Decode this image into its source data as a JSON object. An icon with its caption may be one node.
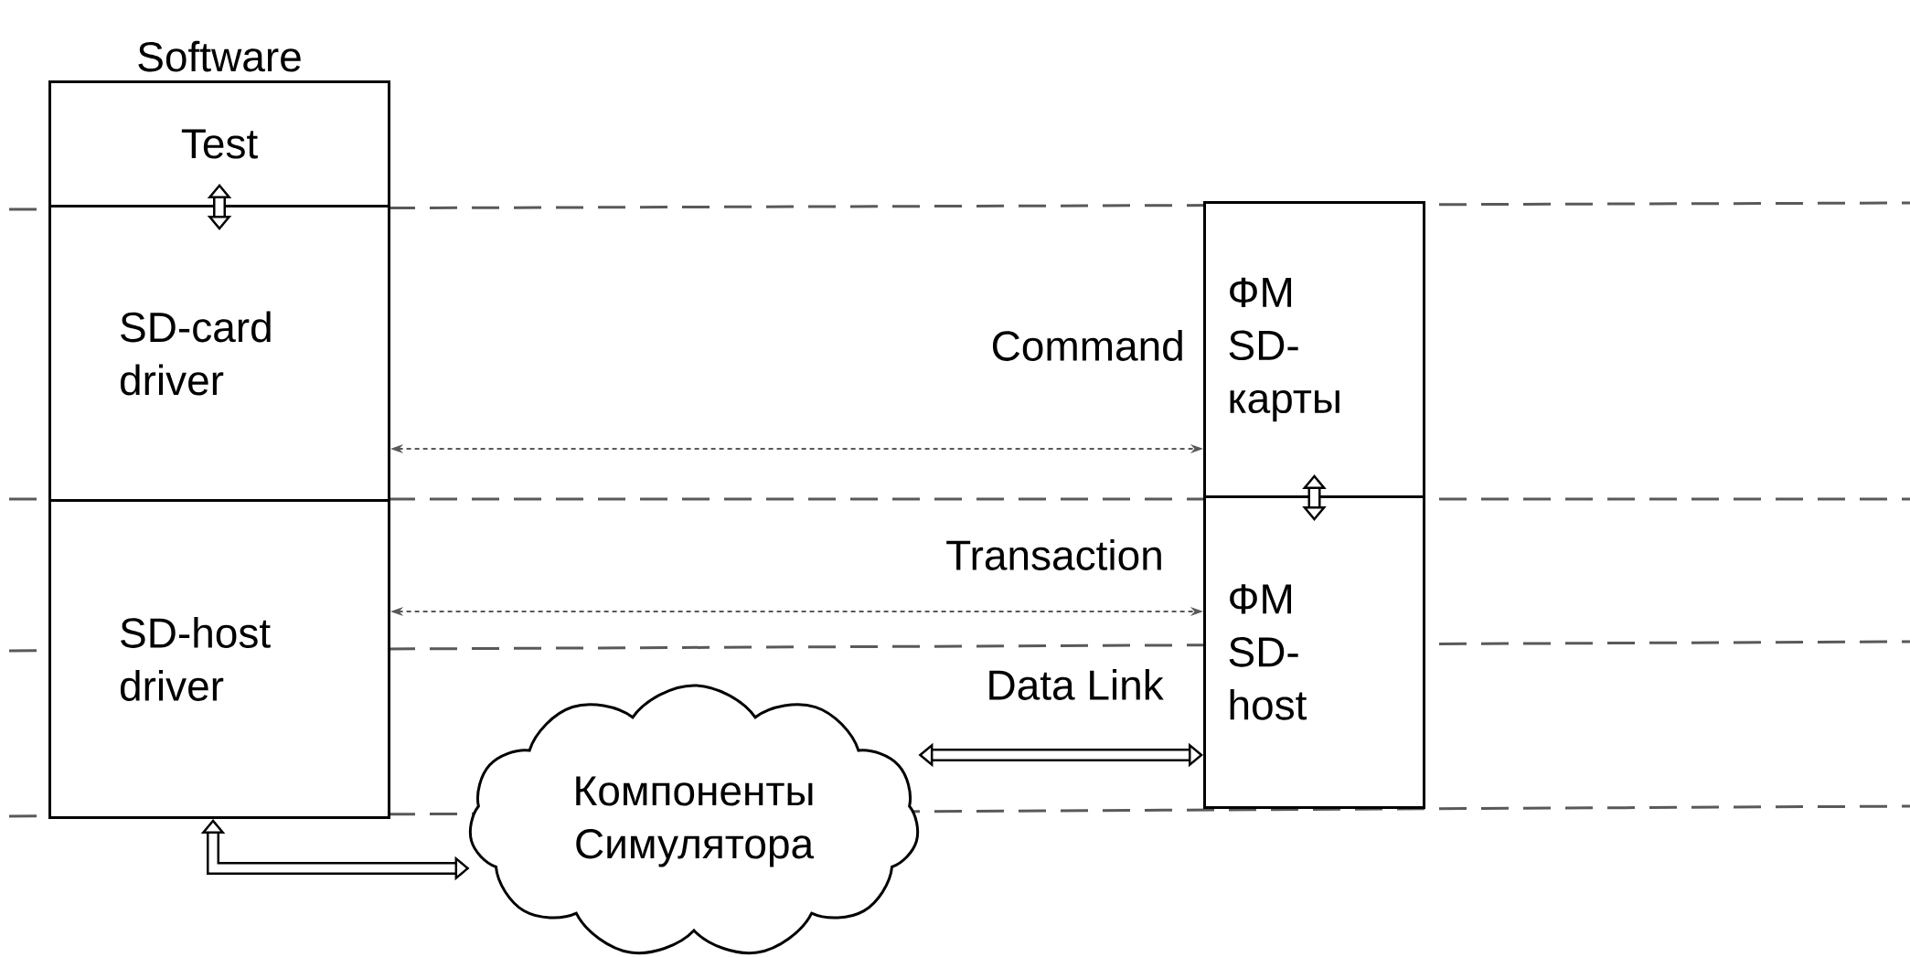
{
  "diagram": {
    "nodes": [
      {
        "text": [
          "Test"
        ]
      },
      {
        "text": [
          "SD-card driver"
        ]
      },
      {
        "text": [
          "SD-host driver"
        ]
      },
      {
        "text": [
          "ФМ SD-карты"
        ]
      },
      {
        "text": [
          "ФМ SD-host"
        ]
      },
      {
        "text": [
          "Компоненты Симулятора"
        ]
      }
    ],
    "edges": [
      {
        "from": 0,
        "to": 1,
        "arrow": "both"
      },
      {
        "from": 1,
        "to": 3,
        "arrow": "both",
        "label": "Command",
        "style": "dashed",
        "color": "#595959"
      },
      {
        "from": 2,
        "to": 4,
        "arrow": "both",
        "label": "Transaction",
        "style": "dashed",
        "color": "#595959"
      },
      {
        "from": 5,
        "to": 4,
        "arrow": "both",
        "label": "Data Link"
      },
      {
        "from": 3,
        "to": 4,
        "arrow": "both"
      },
      {
        "from": 2,
        "to": 5,
        "arrow": "both"
      }
    ],
    "labels": [
      "Software"
    ]
  }
}
